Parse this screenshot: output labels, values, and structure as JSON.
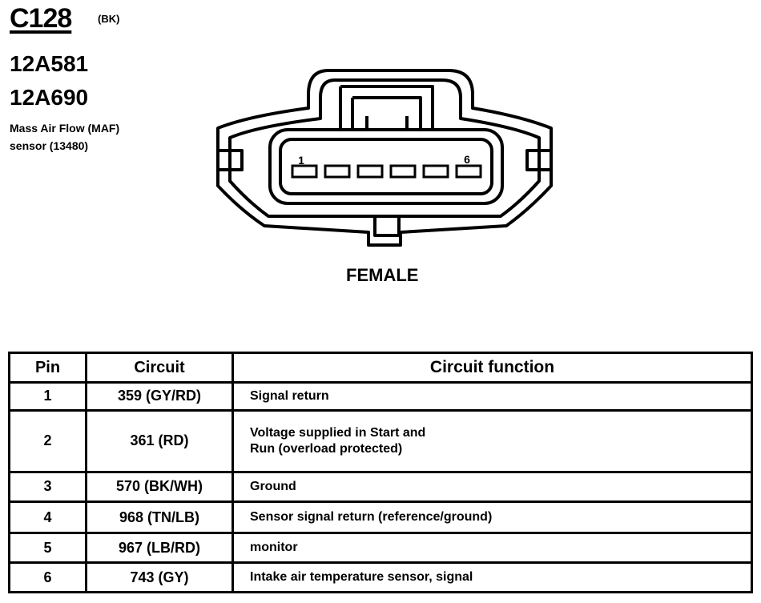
{
  "header": {
    "connector_id": "C128",
    "color_code": "(BK)",
    "part_numbers": [
      "12A581",
      "12A690"
    ],
    "description_lines": [
      "Mass Air Flow (MAF)",
      "sensor (13480)"
    ]
  },
  "connector": {
    "pin_first_label": "1",
    "pin_last_label": "6",
    "gender_label": "FEMALE"
  },
  "table": {
    "headers": {
      "pin": "Pin",
      "circuit": "Circuit",
      "function": "Circuit function"
    },
    "rows": [
      {
        "pin": "1",
        "circuit": "359 (GY/RD)",
        "function_lines": [
          "Signal return"
        ]
      },
      {
        "pin": "2",
        "circuit": "361 (RD)",
        "function_lines": [
          "Voltage supplied in Start and",
          "Run (overload protected)"
        ]
      },
      {
        "pin": "3",
        "circuit": "570 (BK/WH)",
        "function_lines": [
          "Ground"
        ]
      },
      {
        "pin": "4",
        "circuit": "968 (TN/LB)",
        "function_lines": [
          "Sensor signal return (reference/ground)"
        ]
      },
      {
        "pin": "5",
        "circuit": "967 (LB/RD)",
        "function_lines": [
          "monitor"
        ]
      },
      {
        "pin": "6",
        "circuit": "743 (GY)",
        "function_lines": [
          "Intake air temperature sensor, signal"
        ]
      }
    ]
  }
}
